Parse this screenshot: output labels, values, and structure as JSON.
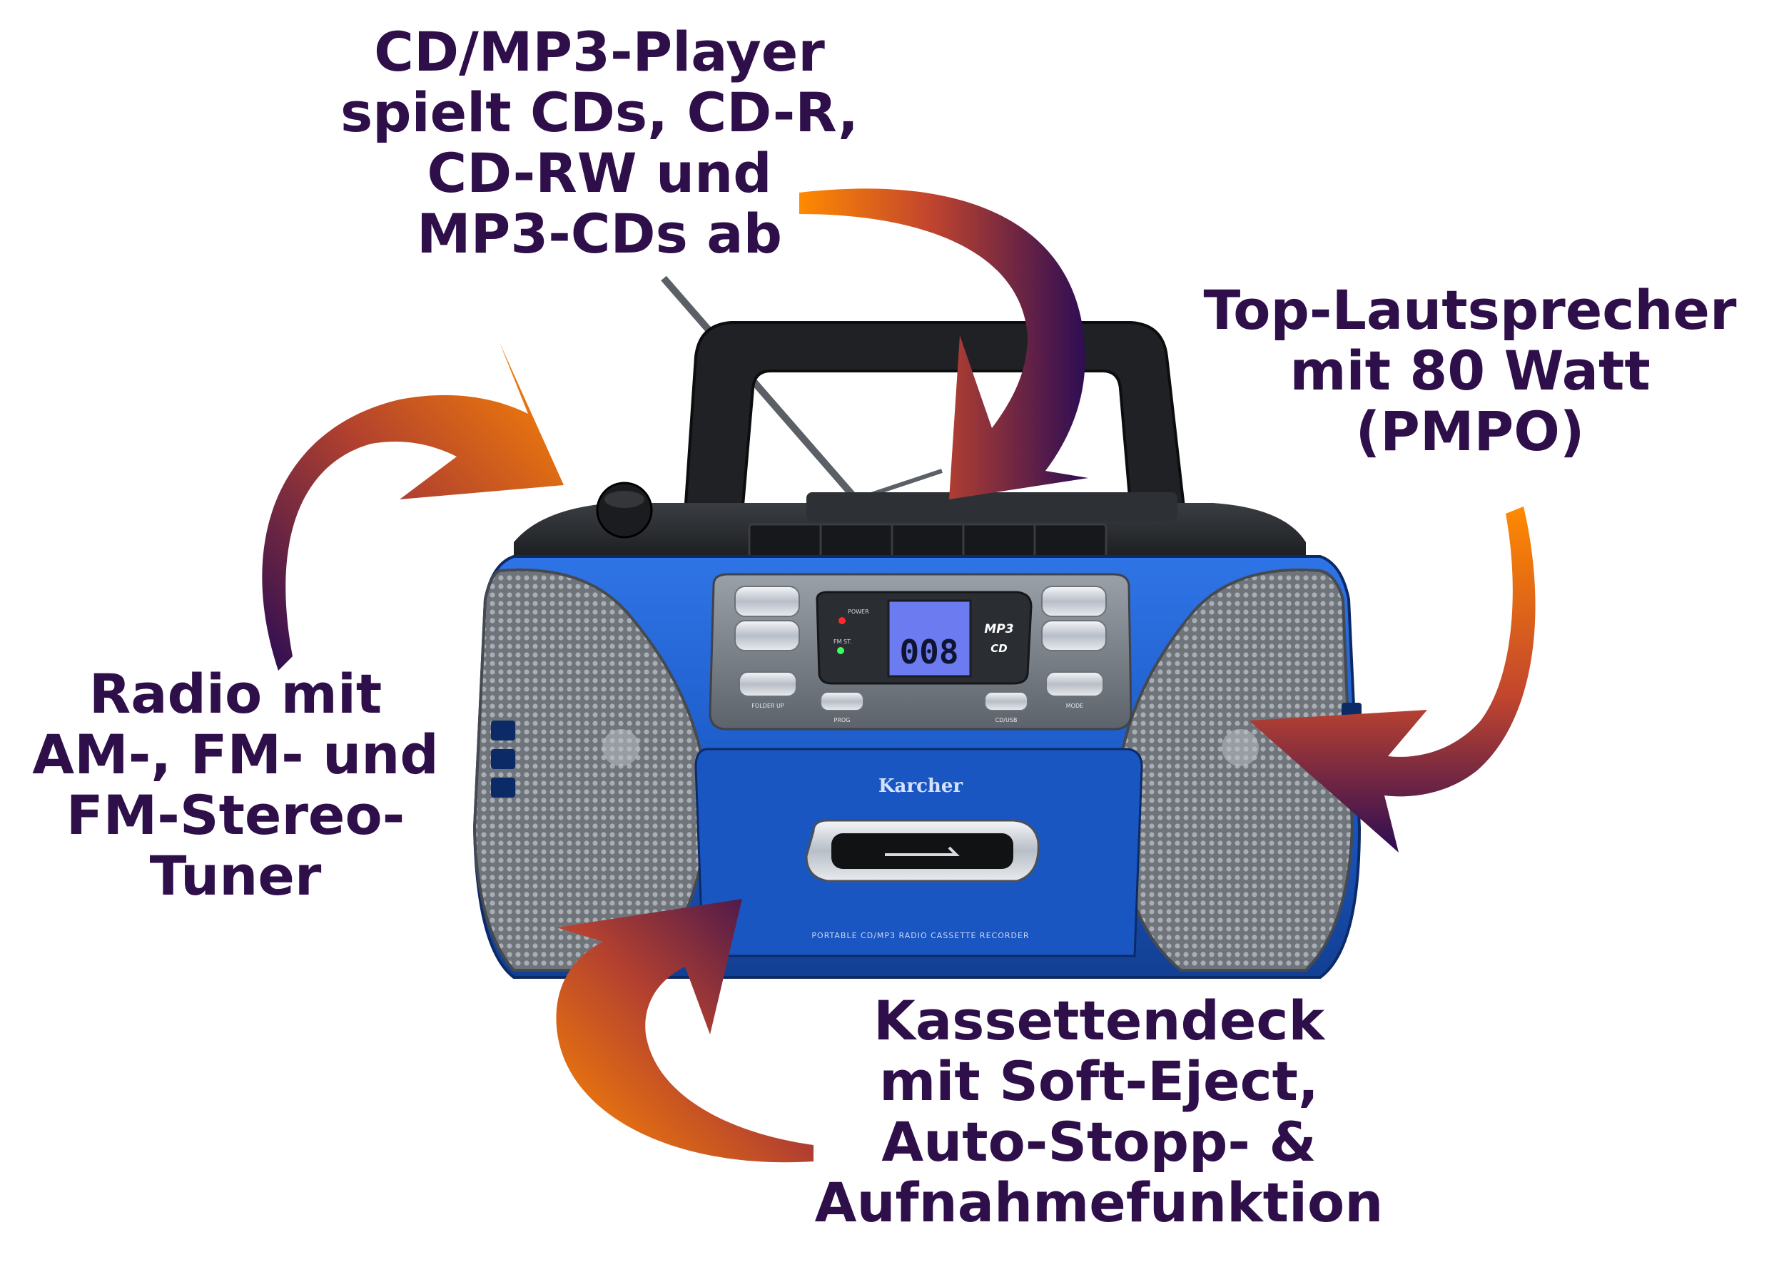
{
  "colors": {
    "text": "#2e0f4a",
    "arrow_start": "#ff8a00",
    "arrow_end": "#2b0c54",
    "body_blue": "#1f5fd0",
    "body_dark": "#1a1a1a",
    "grille": "#8a8f96",
    "display": "#6c7cf0"
  },
  "captions": {
    "cd_player": {
      "lines": [
        "CD/MP3-Player",
        "spielt CDs, CD-R,",
        "CD-RW und",
        "MP3-CDs ab"
      ]
    },
    "speaker": {
      "lines": [
        "Top-Lautsprecher",
        "mit 80 Watt",
        "(PMPO)"
      ]
    },
    "radio": {
      "lines": [
        "Radio mit",
        "AM-, FM- und",
        "FM-Stereo-",
        "Tuner"
      ]
    },
    "cassette": {
      "lines": [
        "Kassettendeck",
        "mit Soft-Eject,",
        "Auto-Stopp- &",
        "Aufnahmefunktion"
      ]
    }
  },
  "device": {
    "brand": "Karcher",
    "model_text": "PORTABLE CD/MP3 RADIO CASSETTE RECORDER",
    "display_digits": "008",
    "badge_top": "MP3",
    "badge_bottom": "CD",
    "power_label": "POWER",
    "fmst_label": "FM ST.",
    "folder_label": "FOLDER UP",
    "prog_label": "PROG",
    "cdusb_label": "CD/USB",
    "mode_label": "MODE"
  }
}
